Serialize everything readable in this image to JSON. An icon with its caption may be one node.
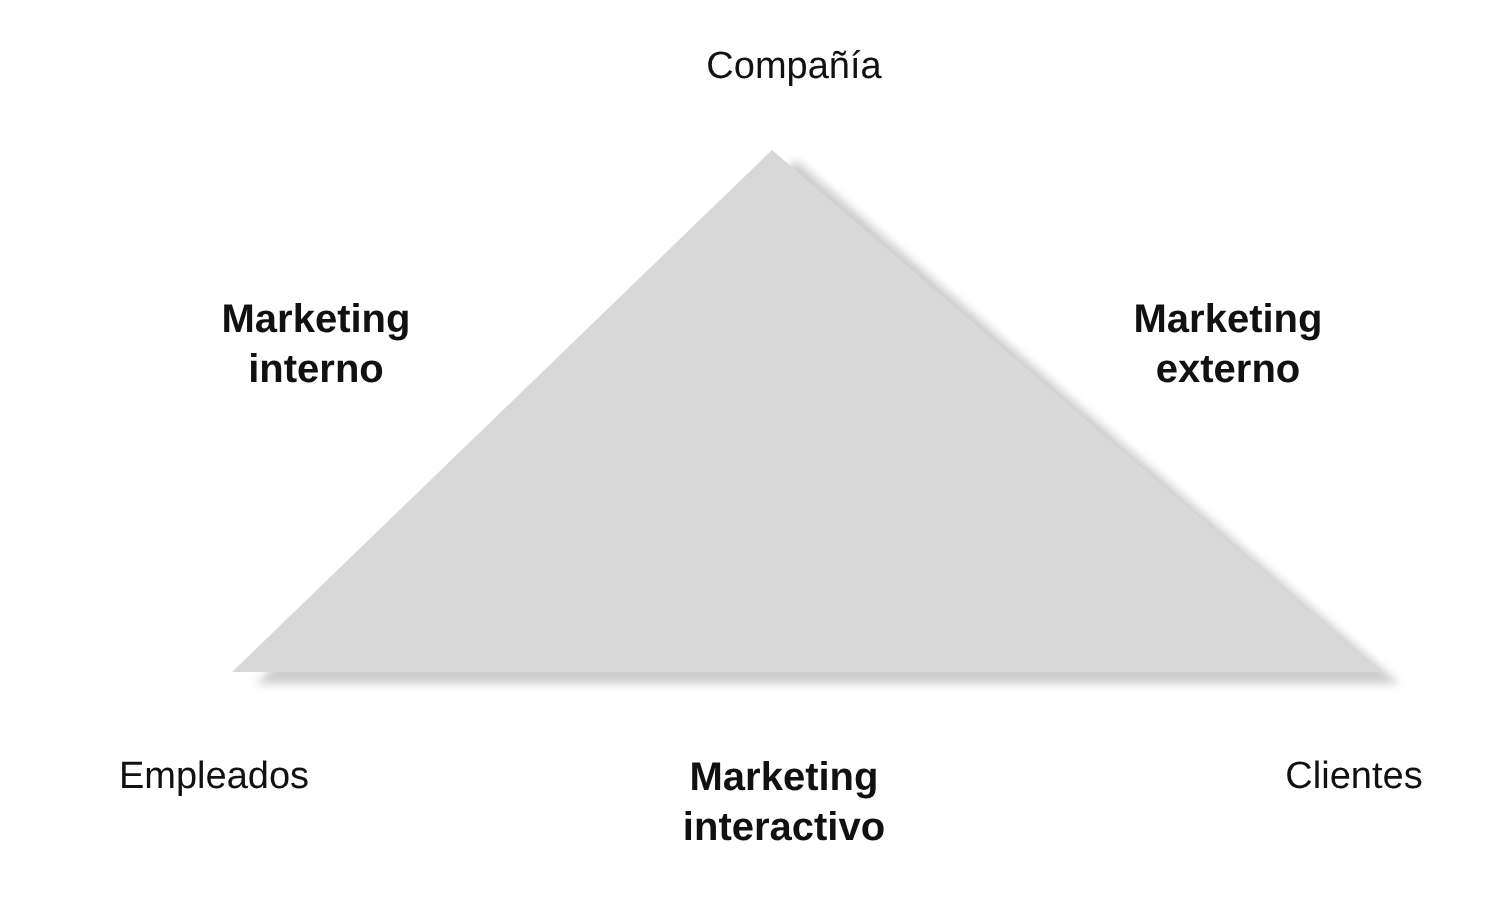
{
  "diagram": {
    "labels": [
      "Compañía",
      "Marketing interno",
      "Marketing externo",
      "Empleados",
      "Marketing interactivo",
      "Clientes"
    ]
  }
}
